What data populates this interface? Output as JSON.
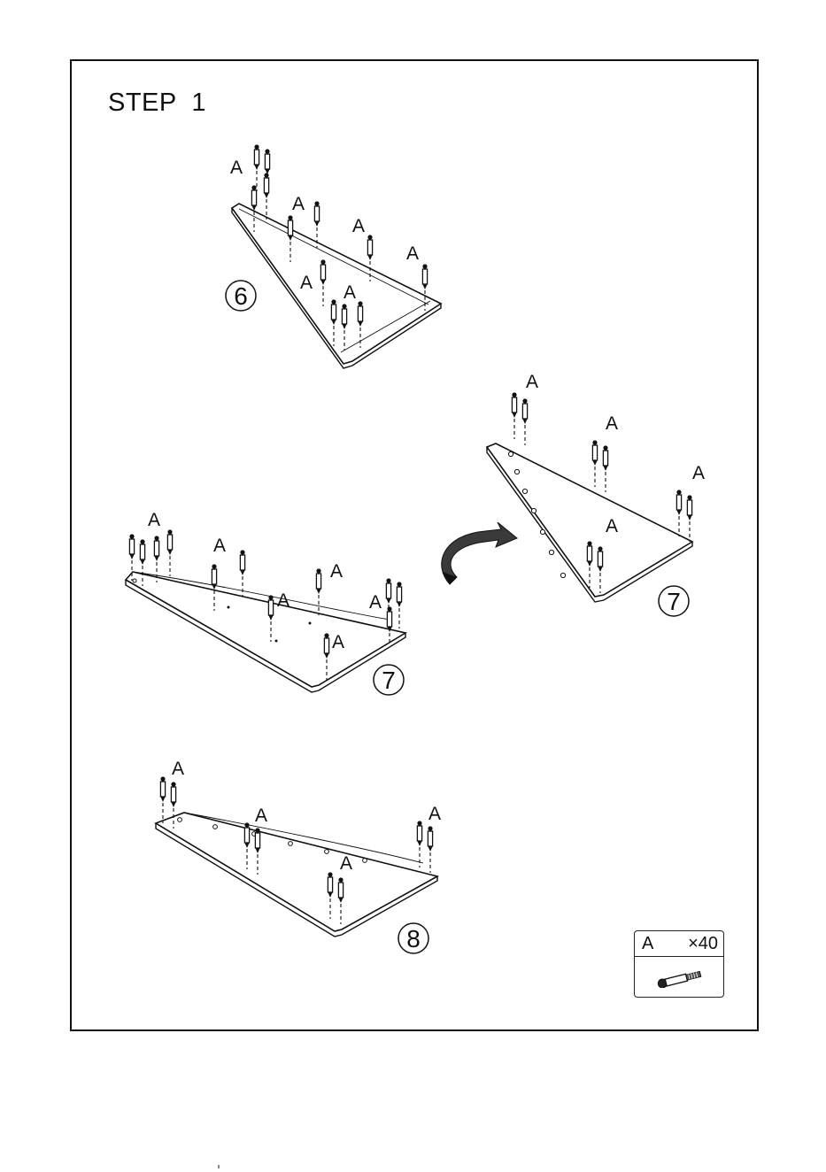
{
  "step_title": "STEP  1",
  "part_letter": "A",
  "legend": {
    "part": "A",
    "quantity": "×40",
    "icon": "cam-bolt-icon"
  },
  "panels": [
    {
      "number": "6",
      "labels": [
        "A",
        "A",
        "A",
        "A",
        "A",
        "A"
      ]
    },
    {
      "number": "7",
      "labels": [
        "A",
        "A",
        "A",
        "A",
        "A",
        "A"
      ]
    },
    {
      "number": "7",
      "labels": [
        "A",
        "A",
        "A",
        "A"
      ]
    },
    {
      "number": "8",
      "labels": [
        "A",
        "A",
        "A",
        "A"
      ]
    }
  ],
  "flip_arrow": "rotate-arrow-icon",
  "colors": {
    "line": "#111111",
    "fill": "#ffffff",
    "arrow": "#3a3a3a"
  }
}
